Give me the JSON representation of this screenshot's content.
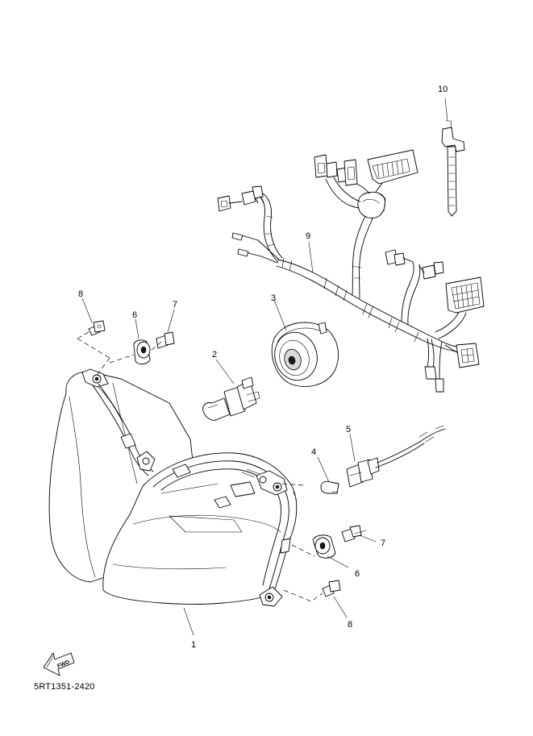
{
  "diagram": {
    "drawing_code": "5RT1351-2420",
    "fwd_label": "FWD",
    "callouts": {
      "c1": "1",
      "c2": "2",
      "c3": "3",
      "c4": "4",
      "c5": "5",
      "c6a": "6",
      "c6b": "6",
      "c7a": "7",
      "c7b": "7",
      "c8a": "8",
      "c8b": "8",
      "c9": "9",
      "c10": "10"
    }
  }
}
